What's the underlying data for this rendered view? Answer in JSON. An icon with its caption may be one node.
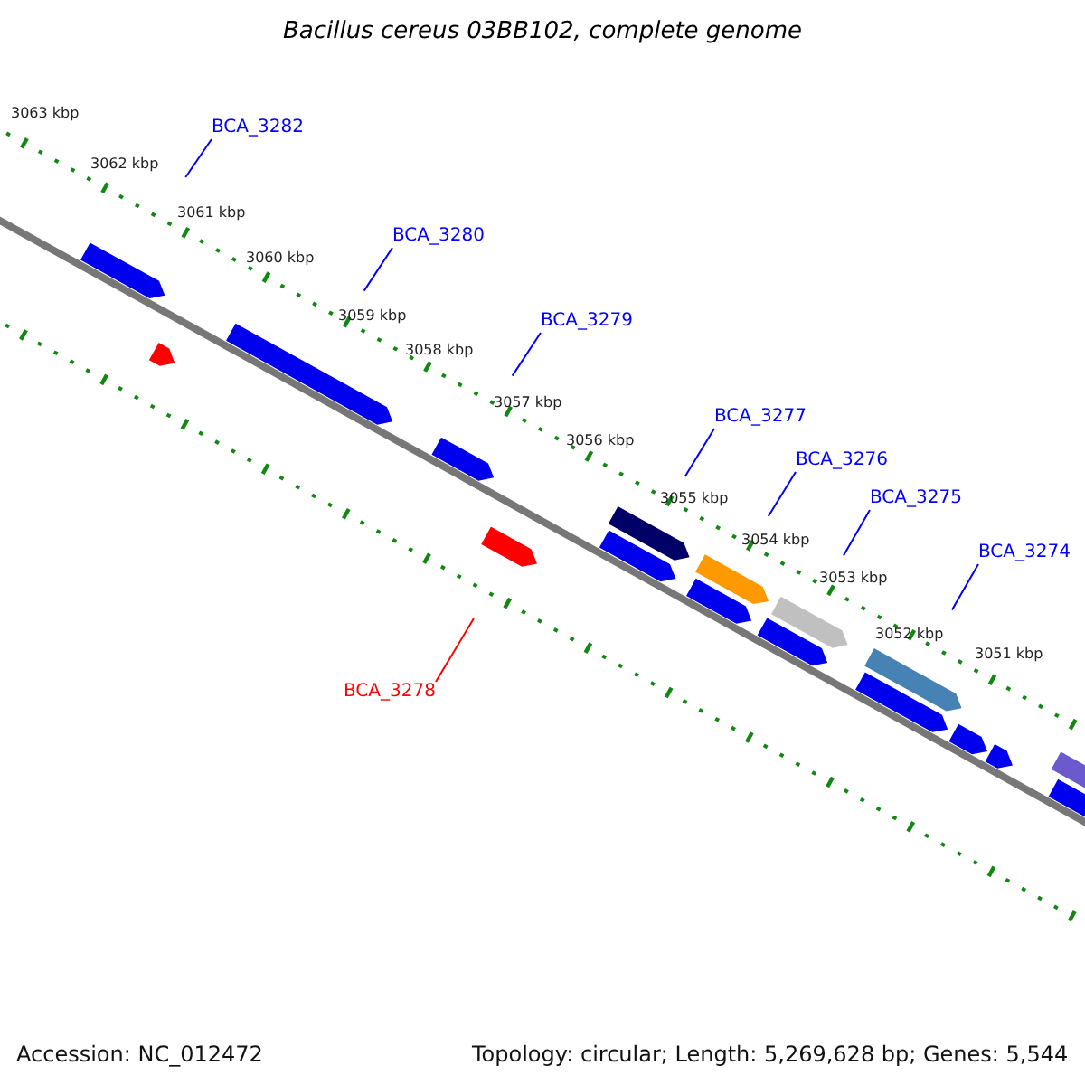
{
  "diagram": {
    "title": "Bacillus cereus 03BB102, complete genome",
    "nodes": [
      {
        "text": [
          "BCA_3282"
        ]
      },
      {
        "text": [
          "BCA_3280"
        ]
      },
      {
        "text": [
          "BCA_3279"
        ]
      },
      {
        "text": [
          "BCA_3277"
        ]
      },
      {
        "text": [
          "BCA_3276"
        ]
      },
      {
        "text": [
          "BCA_3275"
        ]
      },
      {
        "text": [
          "BCA_3274"
        ]
      },
      {
        "text": [
          "BCA_3278"
        ]
      }
    ],
    "edges": [
      {
        "from": 0,
        "to": null,
        "arrow": "none"
      },
      {
        "from": 1,
        "to": null,
        "arrow": "none"
      },
      {
        "from": 2,
        "to": null,
        "arrow": "none"
      },
      {
        "from": 3,
        "to": null,
        "arrow": "none"
      },
      {
        "from": 4,
        "to": null,
        "arrow": "none"
      },
      {
        "from": 5,
        "to": null,
        "arrow": "none"
      },
      {
        "from": 6,
        "to": null,
        "arrow": "none"
      },
      {
        "from": 7,
        "to": null,
        "arrow": "none",
        "color": "#ff0000"
      }
    ],
    "labels": [
      "3063 kbp",
      "3062 kbp",
      "3061 kbp",
      "3060 kbp",
      "3059 kbp",
      "3058 kbp",
      "3057 kbp",
      "3056 kbp",
      "3055 kbp",
      "3054 kbp",
      "3053 kbp",
      "3052 kbp",
      "3051 kbp",
      "Accession: NC_012472",
      "Topology: circular; Length: 5,269,628 bp; Genes: 5,544"
    ]
  }
}
